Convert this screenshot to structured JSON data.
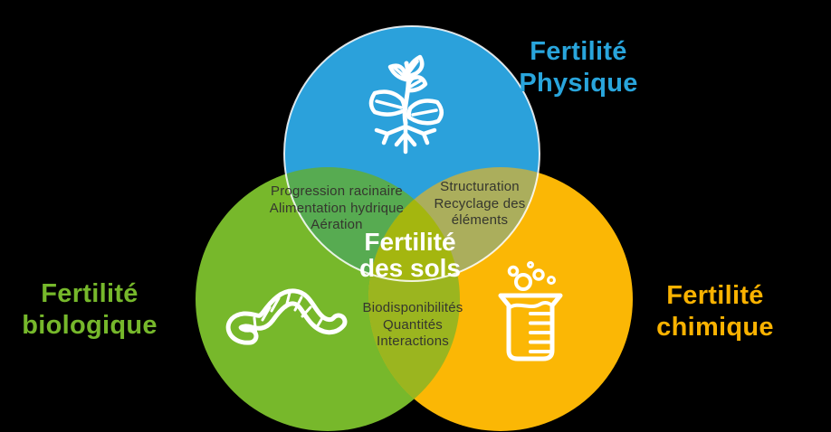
{
  "diagram": {
    "title_center": {
      "line1": "Fertilité",
      "line2": "des sols"
    },
    "labels": {
      "physique": {
        "line1": "Fertilité",
        "line2": "Physique"
      },
      "biologique": {
        "line1": "Fertilité",
        "line2": "biologique"
      },
      "chimique": {
        "line1": "Fertilité",
        "line2": "chimique"
      }
    },
    "overlap_texts": {
      "physique_biologique": {
        "line1": "Progression racinaire",
        "line2": "Alimentation hydrique",
        "line3": "Aération"
      },
      "physique_chimique": {
        "line1": "Structuration",
        "line2": "Recyclage des",
        "line3": "éléments"
      },
      "biologique_chimique": {
        "line1": "Biodisponibilités",
        "line2": "Quantités",
        "line3": "Interactions"
      }
    },
    "colors": {
      "physique_circle": "#2BA1DB",
      "biologique_circle": "#77B82B",
      "chimique_circle": "#FBB705",
      "overlap_physique_biologique": "#57AB51",
      "overlap_physique_chimique": "#ABAE5C",
      "overlap_biologique_chimique": "#9BB51F",
      "overlap_triple": "#A4B60F",
      "physique_label": "#29A5DC",
      "biologique_label": "#76B82B",
      "chimique_label": "#F9B200",
      "center_title": "#FFFFFF",
      "overlap_text": "#35362E",
      "icon_stroke": "#FFFFFF",
      "background": "#000000"
    },
    "icons": {
      "physique": "seedling-icon",
      "biologique": "earthworm-icon",
      "chimique": "beaker-icon"
    }
  }
}
